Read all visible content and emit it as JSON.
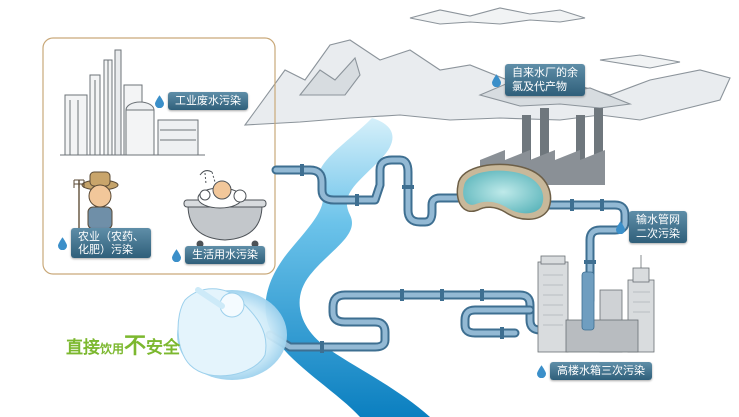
{
  "labels": {
    "industrial": "工业废水污染",
    "agriculture_line1": "农业（农药、",
    "agriculture_line2": "化肥）污染",
    "domestic": "生活用水污染",
    "waterworks_line1": "自来水厂的余",
    "waterworks_line2": "氯及代产物",
    "pipeline_line1": "输水管网",
    "pipeline_line2": "二次污染",
    "tank": "高楼水箱三次污染"
  },
  "warning": {
    "part1": "直接",
    "part2": "饮用",
    "part3": "不",
    "part4": "安全"
  },
  "colors": {
    "river_light": "#bfe6f6",
    "river_dark": "#0f86c6",
    "pipe": "#6f9ec0",
    "pipe_dark": "#3e6f91",
    "tag_bg": "#3d6b86",
    "warning_text": "#7cb82f",
    "panel_border": "#c9a97a",
    "reservoir": "#7cc9cc"
  },
  "icons": [
    "water-drop-icon",
    "factory-icon",
    "farmer-icon",
    "bathtub-icon",
    "drinking-person-icon"
  ]
}
